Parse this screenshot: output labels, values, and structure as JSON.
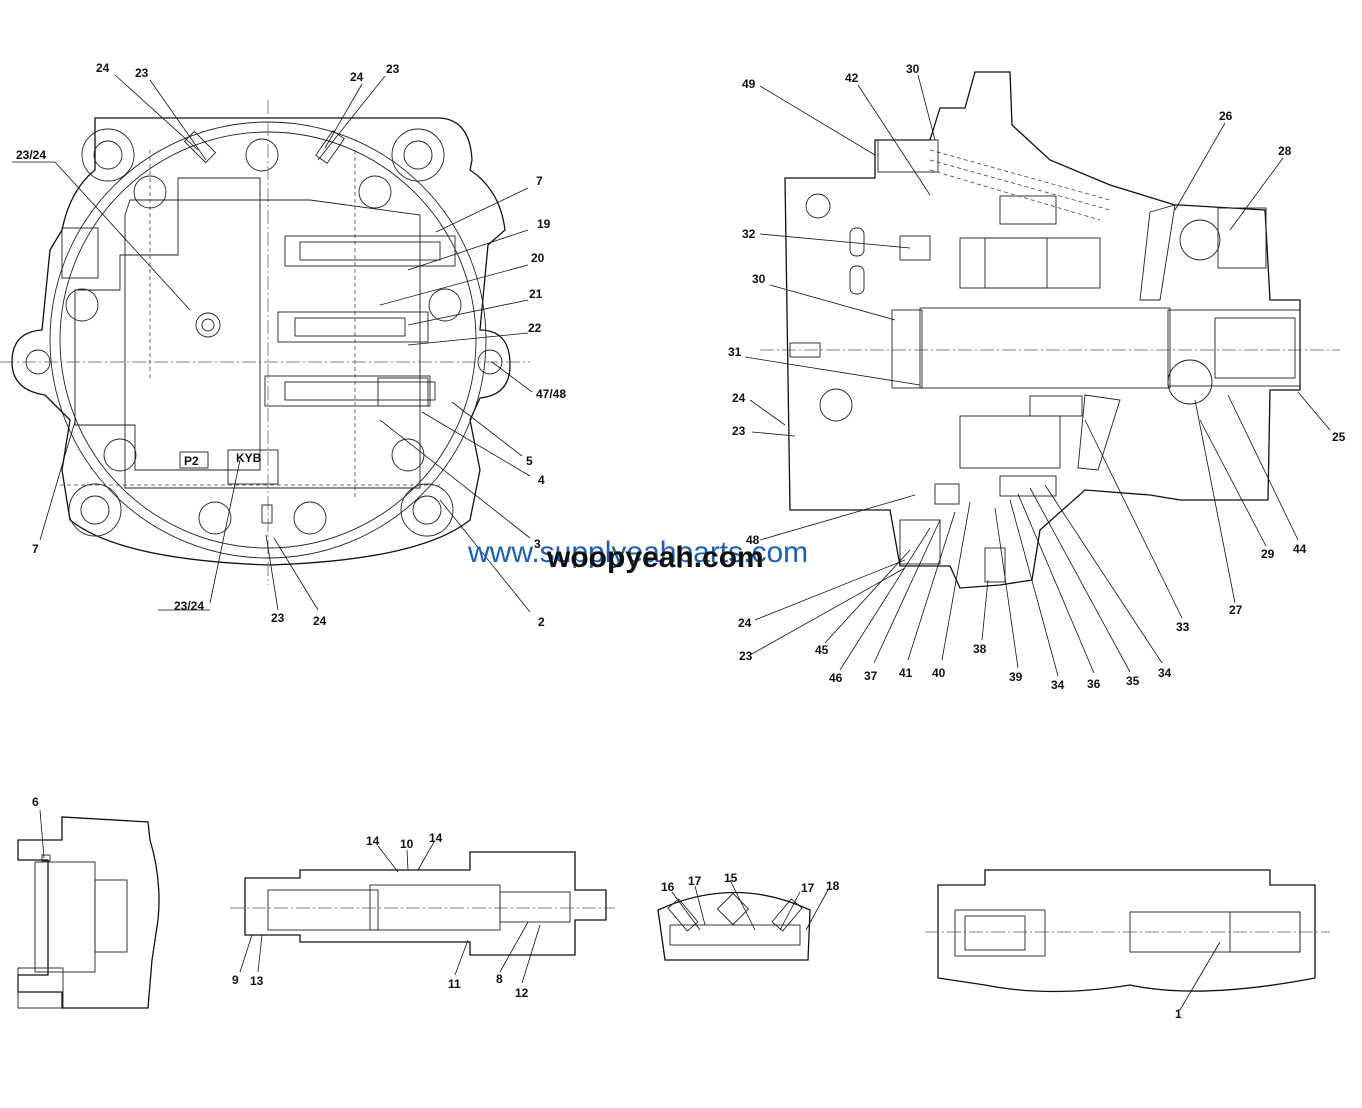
{
  "watermarks": {
    "primary": "www.supplyeahparts.com",
    "secondary": "woopyeah.com",
    "primary_color": "#1e5fb4",
    "secondary_color": "#111111"
  },
  "plate_label": "P2",
  "nameplate_lines": [
    "KYB"
  ],
  "callouts": {
    "front_view": [
      "24",
      "23",
      "24",
      "23",
      "23/24",
      "7",
      "19",
      "20",
      "21",
      "22",
      "47/48",
      "5",
      "4",
      "3",
      "2",
      "24",
      "23",
      "23/24",
      "7"
    ],
    "section_view": [
      "49",
      "42",
      "30",
      "26",
      "28",
      "32",
      "30",
      "31",
      "24",
      "23",
      "25",
      "48",
      "24",
      "23",
      "45",
      "46",
      "37",
      "41",
      "40",
      "38",
      "39",
      "34",
      "36",
      "35",
      "34",
      "33",
      "27",
      "29",
      "44"
    ],
    "detail_6": [
      "6"
    ],
    "detail_valve": [
      "14",
      "10",
      "14",
      "9",
      "13",
      "11",
      "8",
      "12"
    ],
    "detail_16": [
      "16",
      "17",
      "15",
      "17",
      "18"
    ],
    "detail_1": [
      "1"
    ]
  }
}
